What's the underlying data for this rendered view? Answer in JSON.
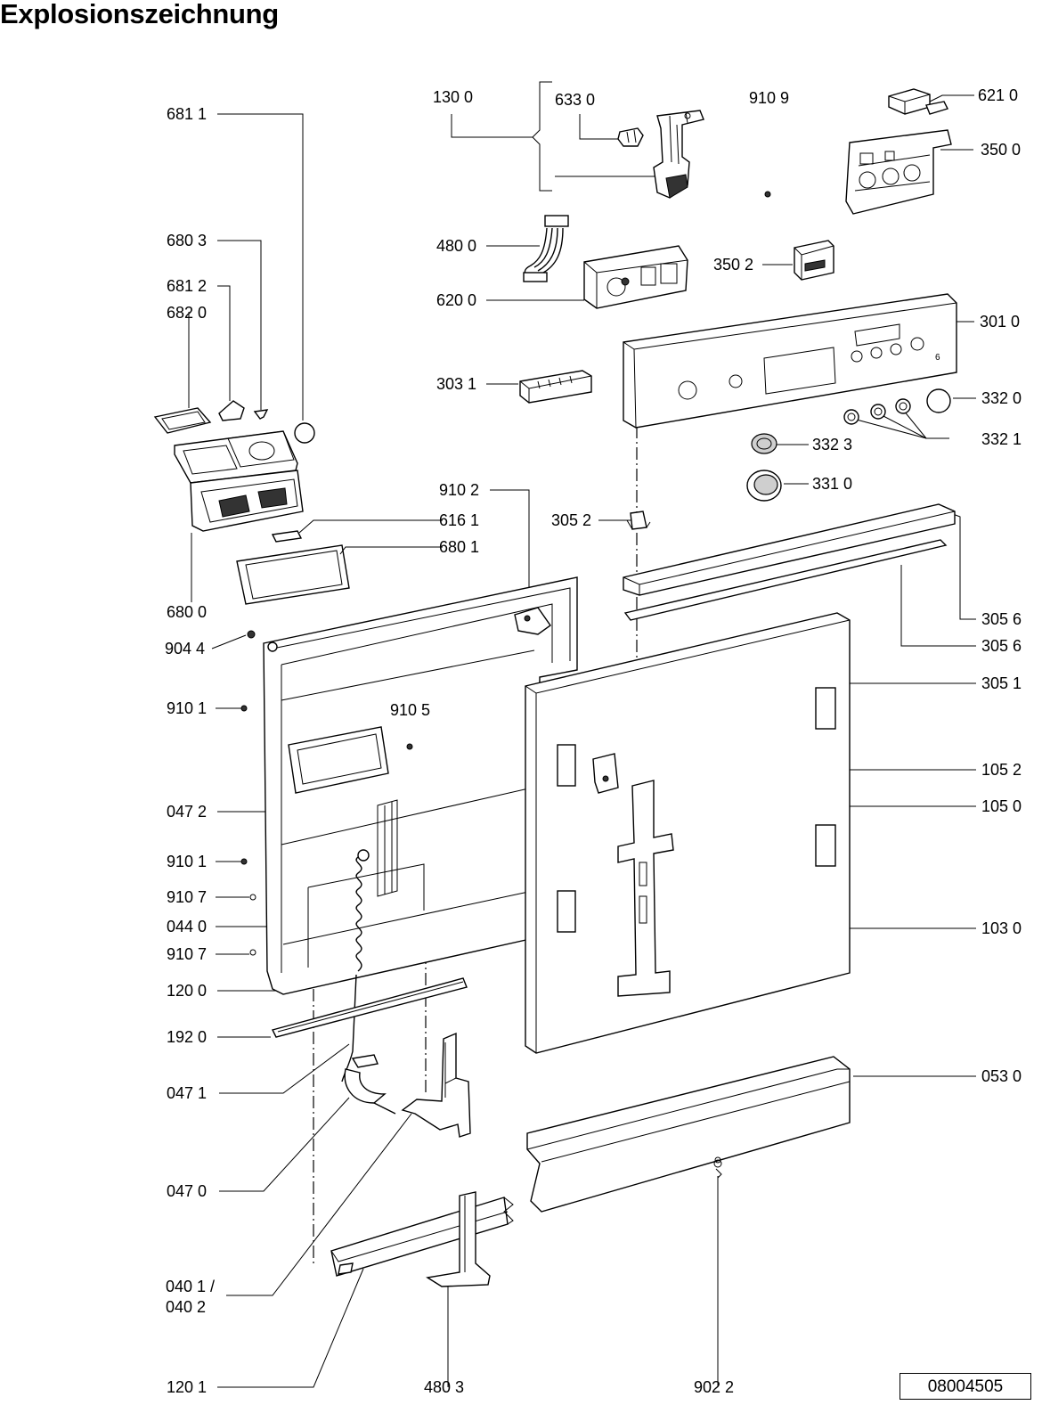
{
  "title": "Explosionszeichnung",
  "doc_number": "08004505",
  "labels": {
    "l1300": "130 0",
    "l6330": "633 0",
    "l9109": "910 9",
    "l6210": "621 0",
    "l3500": "350 0",
    "l6811": "681 1",
    "l6803": "680 3",
    "l6812": "681 2",
    "l6820": "682 0",
    "l4800": "480 0",
    "l3502": "350 2",
    "l6200": "620 0",
    "l3010": "301 0",
    "l3031": "303 1",
    "l3320": "332 0",
    "l3321": "332 1",
    "l3323": "332 3",
    "l3310": "331 0",
    "l9102": "910 2",
    "l6161": "616 1",
    "l6801": "680 1",
    "l3052": "305 2",
    "l6800": "680 0",
    "l3056a": "305 6",
    "l3056b": "305 6",
    "l9044": "904 4",
    "l3051": "305 1",
    "l9101a": "910 1",
    "l9105": "910 5",
    "l1052": "105 2",
    "l1050": "105 0",
    "l0472": "047 2",
    "l9101b": "910 1",
    "l9107a": "910 7",
    "l0440": "044 0",
    "l1030": "103 0",
    "l9107b": "910 7",
    "l1200": "120 0",
    "l1920": "192 0",
    "l0530": "053 0",
    "l0471": "047 1",
    "l0470": "047 0",
    "l0401": "040 1 /",
    "l0402": "040 2",
    "l1201": "120 1",
    "l4803": "480 3",
    "l9022": "902 2"
  }
}
